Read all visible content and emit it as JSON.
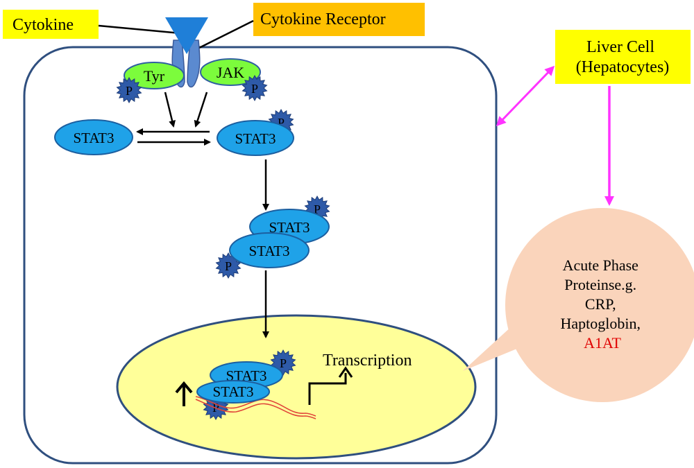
{
  "labels": {
    "cytokine": "Cytokine",
    "receptor": "Cytokine Receptor",
    "liver_line1": "Liver Cell",
    "liver_line2": "(Hepatocytes)",
    "tyr": "Tyr",
    "jak": "JAK",
    "phospho": "P",
    "stat3": "STAT3",
    "transcription": "Transcription",
    "up_arrow": "↑"
  },
  "output_bubble": {
    "line1": "Acute Phase",
    "line2": "Proteinse.g.",
    "line3": "CRP,",
    "line4": "Haptoglobin,",
    "line5": "A1AT"
  },
  "colors": {
    "label_fill": "#ffff00",
    "receptor_fill": "#ffc000",
    "cell_border": "#2f4f7f",
    "stat_fill": "#1fa2e8",
    "kinase_fill": "#7cfc3c",
    "phospho_fill": "#2e5aa8",
    "nucleus_fill": "#ffff99",
    "bubble_fill": "#fad4bb",
    "magenta": "#ff33ff",
    "a1at_red": "#e00000",
    "dna_red": "#e0453a"
  }
}
